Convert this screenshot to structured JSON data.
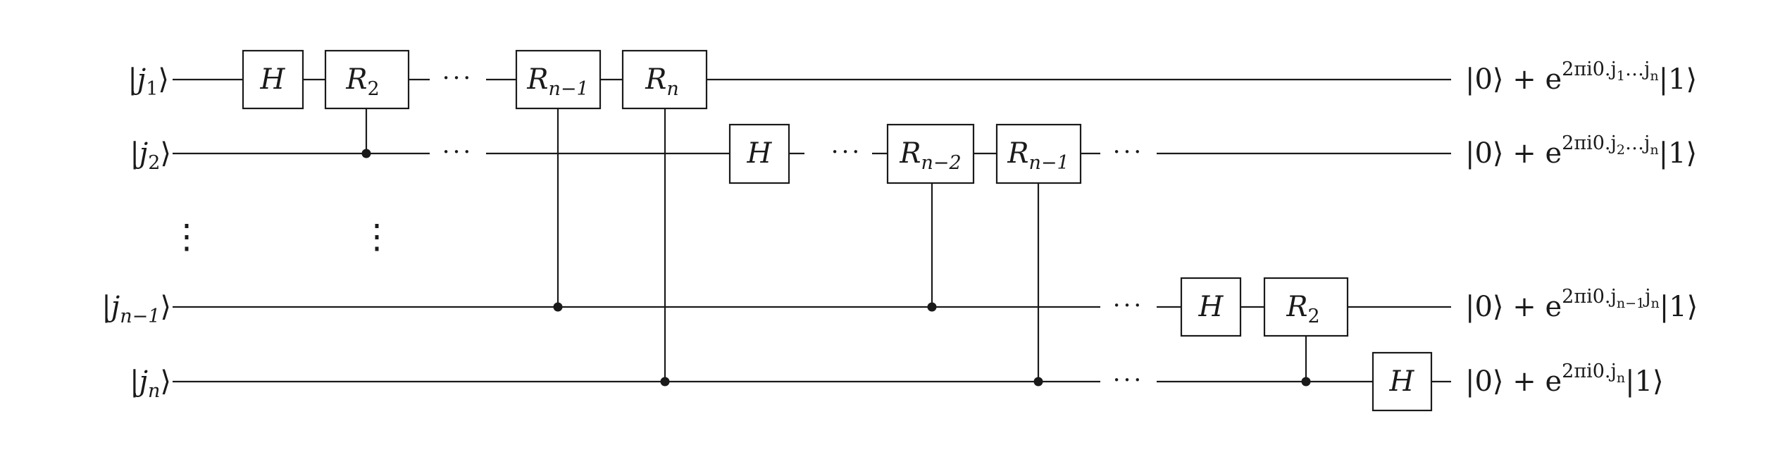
{
  "inputs": [
    {
      "bra": "|",
      "sym": "j",
      "sub": "1",
      "ket": "⟩"
    },
    {
      "bra": "|",
      "sym": "j",
      "sub": "2",
      "ket": "⟩"
    },
    {
      "bra": "|",
      "sym": "j",
      "sub": "n−1",
      "ket": "⟩"
    },
    {
      "bra": "|",
      "sym": "j",
      "sub": "n",
      "ket": "⟩"
    }
  ],
  "vdots": "⋮",
  "hdots": "···",
  "gates": {
    "H": "H",
    "R": "R",
    "R2_sub": "2",
    "Rn1_sub": "n−1",
    "Rn_sub": "n",
    "Rn2_sub": "n−2"
  },
  "outputs": [
    {
      "lead": "|0⟩ + e",
      "exp": "2πi0.j",
      "exp_s1": "1",
      "exp_mid": "…j",
      "exp_s2": "n",
      "tail": "|1⟩"
    },
    {
      "lead": "|0⟩ + e",
      "exp": "2πi0.j",
      "exp_s1": "2",
      "exp_mid": "…j",
      "exp_s2": "n",
      "tail": "|1⟩"
    },
    {
      "lead": "|0⟩ + e",
      "exp": "2πi0.j",
      "exp_s1": "n−1",
      "exp_mid": "j",
      "exp_s2": "n",
      "tail": "|1⟩"
    },
    {
      "lead": "|0⟩ + e",
      "exp": "2πi0.j",
      "exp_s1": "n",
      "exp_mid": "",
      "exp_s2": "",
      "tail": "|1⟩"
    }
  ]
}
